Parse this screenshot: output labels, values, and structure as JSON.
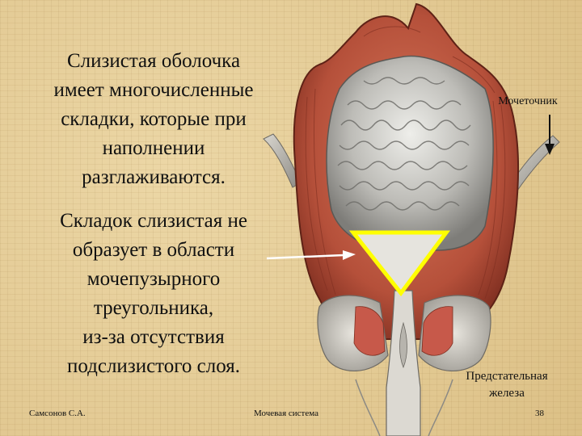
{
  "text_block_1": {
    "lines": [
      "Слизистая оболочка",
      "имеет многочисленные",
      "складки, которые при",
      "наполнении",
      "разглаживаются."
    ]
  },
  "text_block_2": {
    "lines": [
      "Складок слизистая не",
      "образует в области",
      "мочепузырного",
      "треугольника,",
      "из-за отсутствия",
      "подслизистого слоя."
    ]
  },
  "labels": {
    "ureter": "Мочеточник",
    "prostate_line1": "Предстательная",
    "prostate_line2": "железа"
  },
  "footer": {
    "author": "Самсонов С.А.",
    "topic": "Мочевая система",
    "page": "38"
  },
  "colors": {
    "background": "#e3cb94",
    "muscle": "#b5503a",
    "mucosa": "#c9c7c2",
    "triangle": "#ffff00"
  }
}
